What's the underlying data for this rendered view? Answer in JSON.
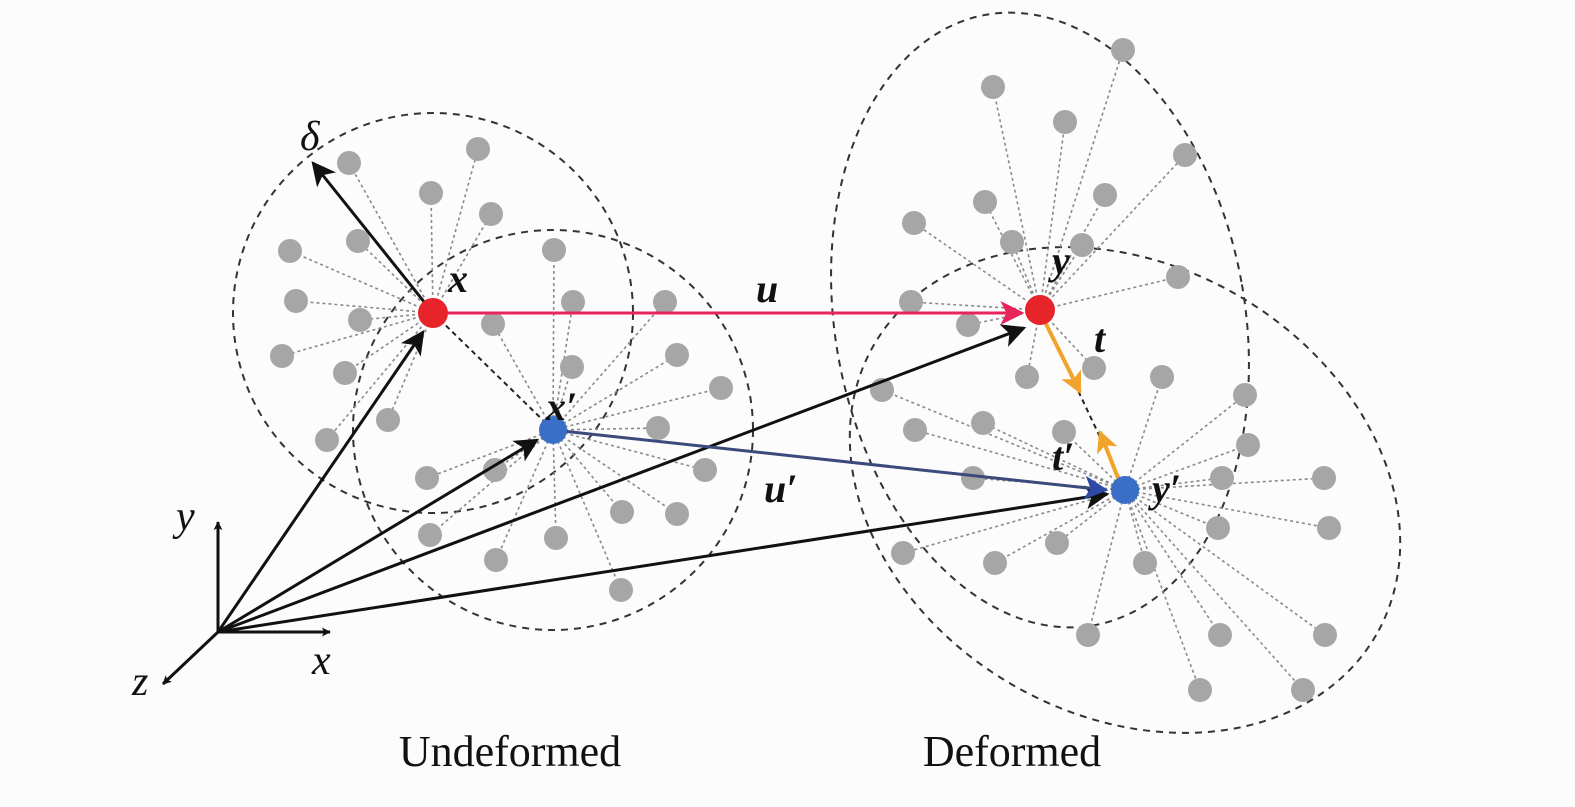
{
  "labels": {
    "undeformed": "Undeformed",
    "deformed": "Deformed",
    "delta": "δ",
    "x_point": "x",
    "x_prime": "x′",
    "y_point": "y",
    "y_prime": "y′",
    "u": "u",
    "u_prime": "u′",
    "t": "t",
    "t_prime": "t′",
    "axis_x": "x",
    "axis_y": "y",
    "axis_z": "z"
  },
  "colors": {
    "red_point": "#e8242b",
    "blue_point": "#3a6fc8",
    "neighbor": "#a6a6a6",
    "u_vector": "#e8245a",
    "u_prime_vector": "#3a4a7a",
    "t_vector": "#f0a52a",
    "position_vector": "#111111"
  }
}
